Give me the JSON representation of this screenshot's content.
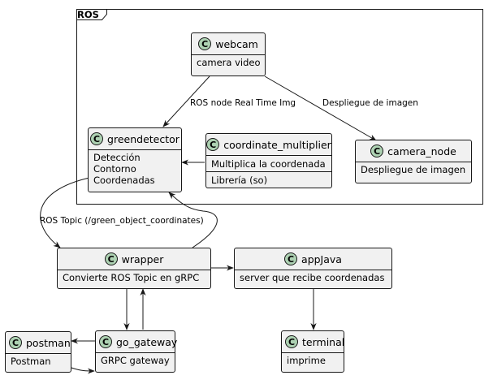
{
  "package": {
    "name": "ROS"
  },
  "classes": {
    "webcam": {
      "badge": "C",
      "name": "webcam",
      "fields": [
        "camera video"
      ]
    },
    "greendetector": {
      "badge": "C",
      "name": "greendetector",
      "fields": [
        "Detección",
        "Contorno",
        "Coordenadas"
      ]
    },
    "coordinate_multiplier": {
      "badge": "C",
      "name": "coordinate_multiplier",
      "fields": [
        "Multiplica la coordenada"
      ],
      "methods": [
        "Librería (so)"
      ]
    },
    "camera_node": {
      "badge": "C",
      "name": "camera_node",
      "fields": [
        "Despliegue de imagen"
      ]
    },
    "wrapper": {
      "badge": "C",
      "name": "wrapper",
      "fields": [
        "Convierte ROS Topic en gRPC"
      ]
    },
    "appjava": {
      "badge": "C",
      "name": "appJava",
      "fields": [
        "server que recibe coordenadas"
      ]
    },
    "postman": {
      "badge": "C",
      "name": "postman",
      "fields": [
        "Postman"
      ]
    },
    "go_gateway": {
      "badge": "C",
      "name": "go_gateway",
      "fields": [
        "GRPC gateway"
      ]
    },
    "terminal": {
      "badge": "C",
      "name": "terminal",
      "fields": [
        "imprime"
      ]
    }
  },
  "edges": {
    "webcam_to_greendetector": {
      "label": "ROS node Real Time Img"
    },
    "webcam_to_camera_node": {
      "label": "Despliegue de imagen"
    },
    "greendetector_to_wrapper": {
      "label": "ROS Topic (/green_object_coordinates)"
    }
  },
  "colors": {
    "class_fill": "#f1f1f1",
    "badge_fill": "#add1b2",
    "line": "#181818"
  }
}
